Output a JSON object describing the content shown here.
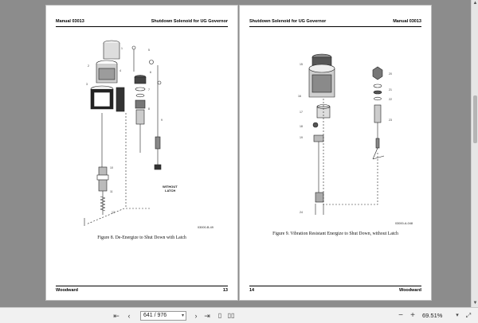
{
  "left_page": {
    "header_left": "Manual 03013",
    "header_right": "Shutdown Solenoid for UG Governor",
    "drawing_number": "03000-B-49",
    "callout_without_latch": [
      "WITHOUT",
      "LATCH"
    ],
    "caption": "Figure 8. De-Energize to Shut Down with Latch",
    "footer_left": "Woodward",
    "footer_right": "13"
  },
  "right_page": {
    "header_left": "Shutdown Solenoid for UG Governor",
    "header_right": "Manual 03013",
    "drawing_number": "03000-A-048",
    "caption": "Figure 9. Vibration Resistant Energize to Shut Down, without Latch",
    "footer_left": "14",
    "footer_right": "Woodward"
  },
  "toolbar": {
    "page_display": "641 / 976",
    "zoom": "69.51%"
  }
}
